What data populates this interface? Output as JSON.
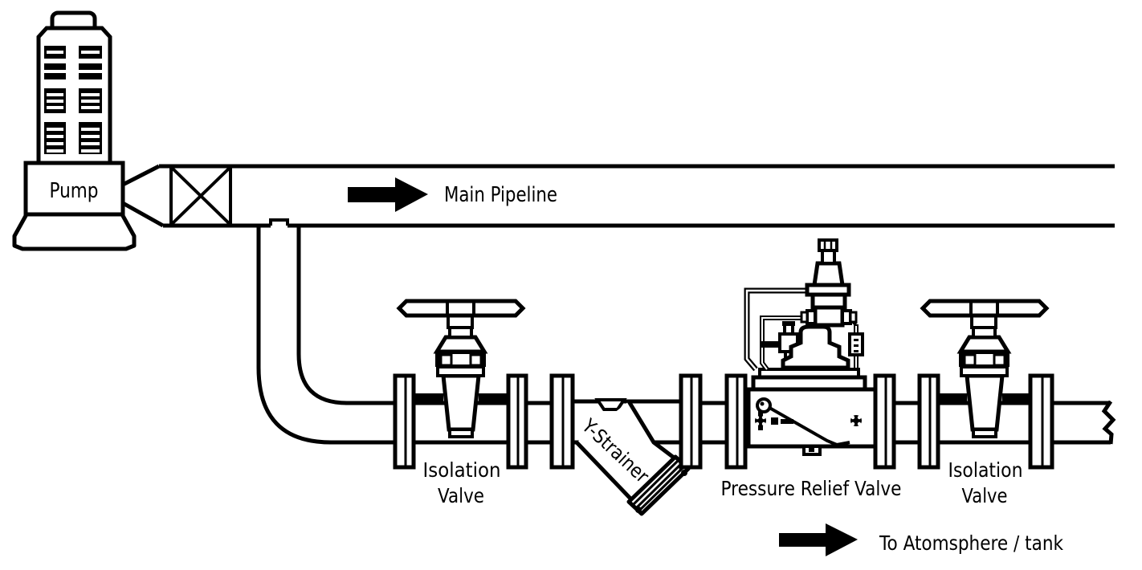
{
  "colors": {
    "background": "#ffffff",
    "line": "#000000",
    "text": "#000000",
    "arrow": "#000000"
  },
  "labels": {
    "pump": "Pump",
    "main_pipeline": "Main Pipeline",
    "isolation_valve_left": {
      "line1": "Isolation",
      "line2": "Valve"
    },
    "y_strainer": "Y-Strainer",
    "pressure_relief_valve": "Pressure Relief Valve",
    "isolation_valve_right": {
      "line1": "Isolation",
      "line2": "Valve"
    },
    "outlet": "To Atomsphere / tank"
  },
  "icons": {
    "main_flow_arrow": "solid-right-arrow",
    "outlet_flow_arrow": "solid-right-arrow",
    "pipeline_valve_symbol": "crossed-box"
  }
}
